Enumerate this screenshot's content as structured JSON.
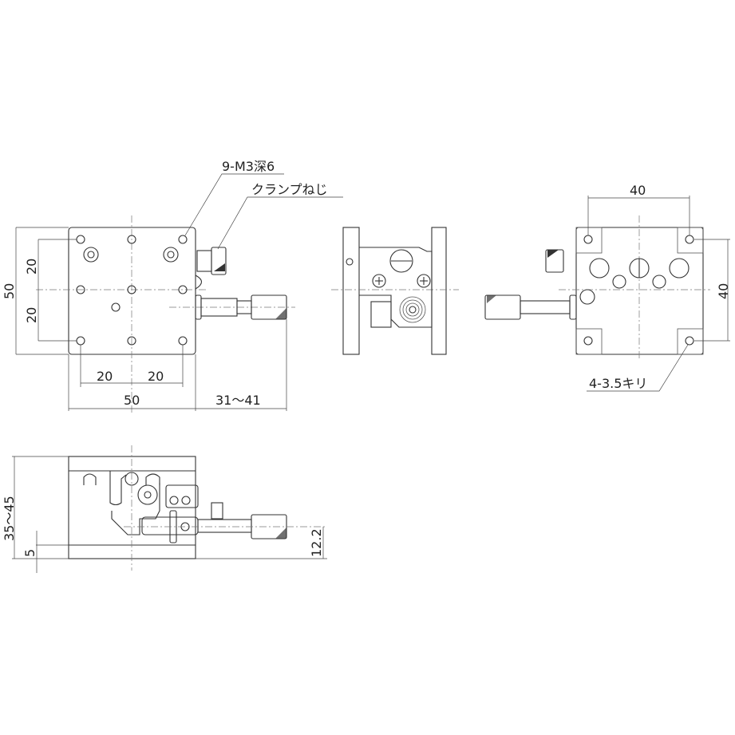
{
  "drawing": {
    "title": "XY stage dimension drawing",
    "views": [
      "top-view",
      "front-end-view",
      "bottom-view",
      "side-view"
    ],
    "callouts": {
      "tapped_holes": "9-M3深6",
      "clamp_screw": "クランプねじ",
      "through_holes": "4-3.5キリ"
    },
    "top_view": {
      "dim_height_total": "50",
      "dim_height_upper": "20",
      "dim_height_lower": "20",
      "dim_width_left": "20",
      "dim_width_right": "20",
      "dim_width_total": "50",
      "dim_micrometer_travel": "31～41"
    },
    "bottom_view": {
      "dim_hole_pitch_x": "40",
      "dim_hole_pitch_y": "40"
    },
    "side_view": {
      "dim_height_range": "35～45",
      "dim_base_thickness": "5",
      "dim_axis_height": "12.2"
    },
    "colors": {
      "line": "#333333",
      "background": "#ffffff"
    }
  }
}
